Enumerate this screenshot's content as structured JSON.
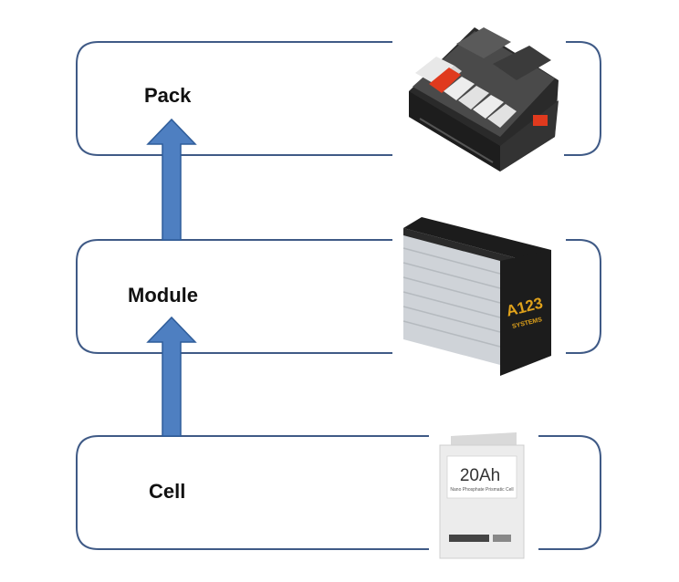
{
  "levels": [
    {
      "key": "pack",
      "label": "Pack"
    },
    {
      "key": "module",
      "label": "Module"
    },
    {
      "key": "cell",
      "label": "Cell"
    }
  ],
  "images": {
    "module_brand_line1": "A123",
    "module_brand_line2": "SYSTEMS",
    "cell_capacity": "20Ah",
    "cell_subtitle": "Nano Phosphate Prismatic Cell"
  },
  "colors": {
    "frame": "#3f5a86",
    "arrow_fill": "#4e7fc1",
    "arrow_stroke": "#2f5d9a",
    "module_body": "#cfd3d8",
    "module_cap": "#1c1c1c",
    "module_brand": "#e0a21b",
    "pack_body": "#3a3a3a",
    "pack_accent_red": "#e03a1e",
    "pack_cells": "#e8e8e8"
  },
  "icons": {
    "pack_image": "battery-pack-image",
    "module_image": "battery-module-image",
    "cell_image": "pouch-cell-image",
    "arrow": "up-arrow-icon"
  }
}
